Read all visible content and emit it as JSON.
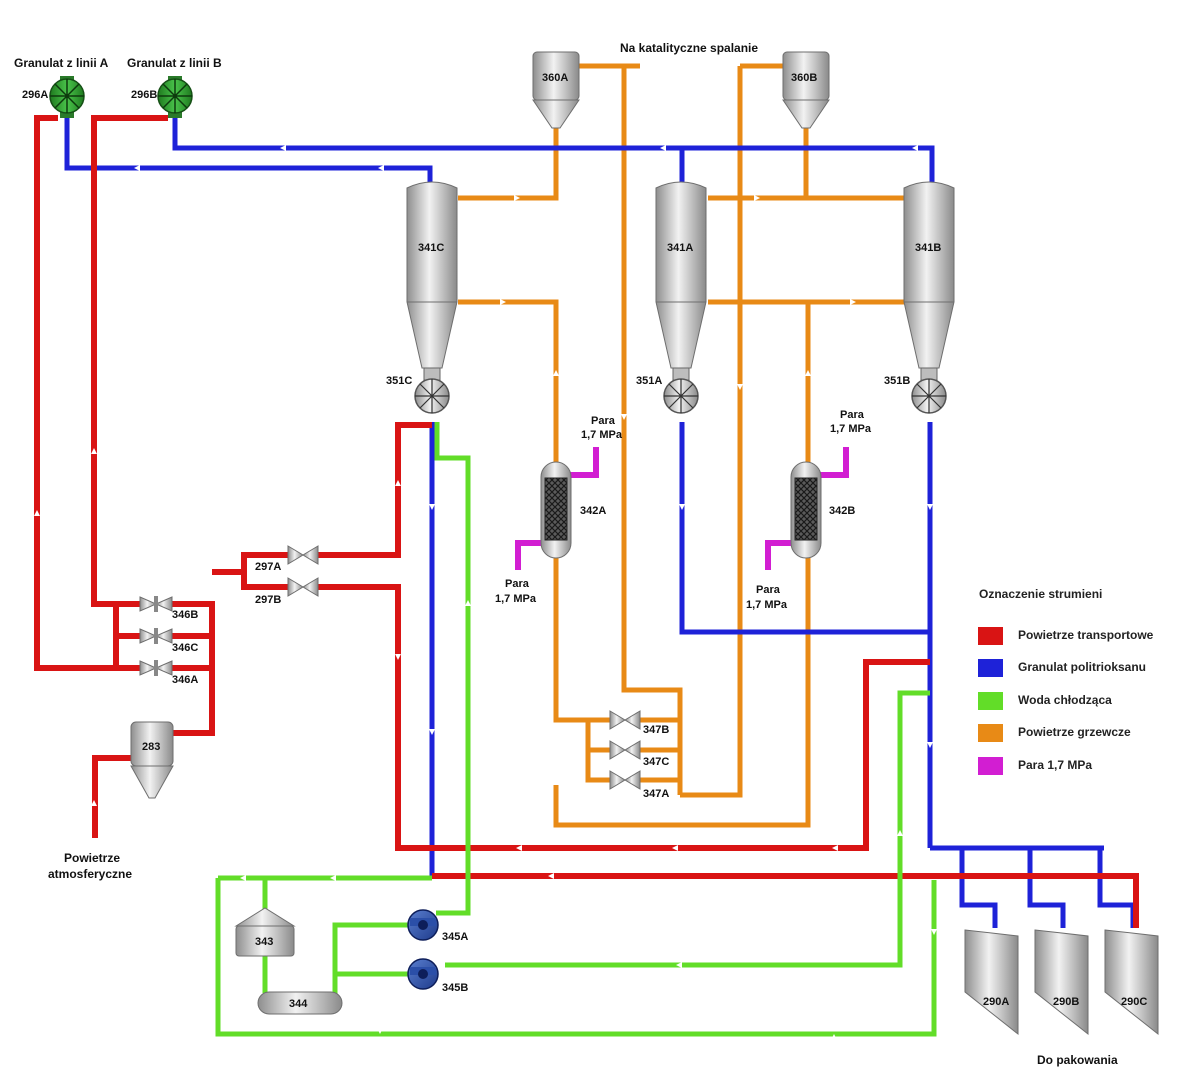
{
  "labels": {
    "feed_a": "Granulat z linii A",
    "feed_b": "Granulat z linii B",
    "combustion": "Na katalityczne spalanie",
    "air_in_line1": "Powietrze",
    "air_in_line2": "atmosferyczne",
    "to_packing": "Do pakowania",
    "steam_line1": "Para",
    "steam_line2": "1,7 MPa"
  },
  "equipment": {
    "feeder_a": "296A",
    "feeder_b": "296B",
    "filter_a": "360A",
    "filter_b": "360B",
    "silo_c": "341C",
    "silo_a": "341A",
    "silo_b": "341B",
    "valve_c": "351C",
    "valve_a": "351A",
    "valve_b": "351B",
    "heater_a": "342A",
    "heater_b": "342B",
    "blower_b": "346B",
    "blower_c": "346C",
    "blower_a": "346A",
    "blower_297a": "297A",
    "blower_297b": "297B",
    "blower_347b": "347B",
    "blower_347c": "347C",
    "blower_347a": "347A",
    "tank_283": "283",
    "tank_343": "343",
    "tank_344": "344",
    "pump_a": "345A",
    "pump_b": "345B",
    "bin_a": "290A",
    "bin_b": "290B",
    "bin_c": "290C"
  },
  "legend": {
    "title": "Oznaczenie strumieni",
    "items": [
      {
        "label": "Powietrze transportowe",
        "color": "#d91414"
      },
      {
        "label": "Granulat politrioksanu",
        "color": "#1e22d8"
      },
      {
        "label": "Woda chłodząca",
        "color": "#62dd28"
      },
      {
        "label": "Powietrze grzewcze",
        "color": "#e88a16"
      },
      {
        "label": "Para 1,7 MPa",
        "color": "#d21ed2"
      }
    ]
  }
}
